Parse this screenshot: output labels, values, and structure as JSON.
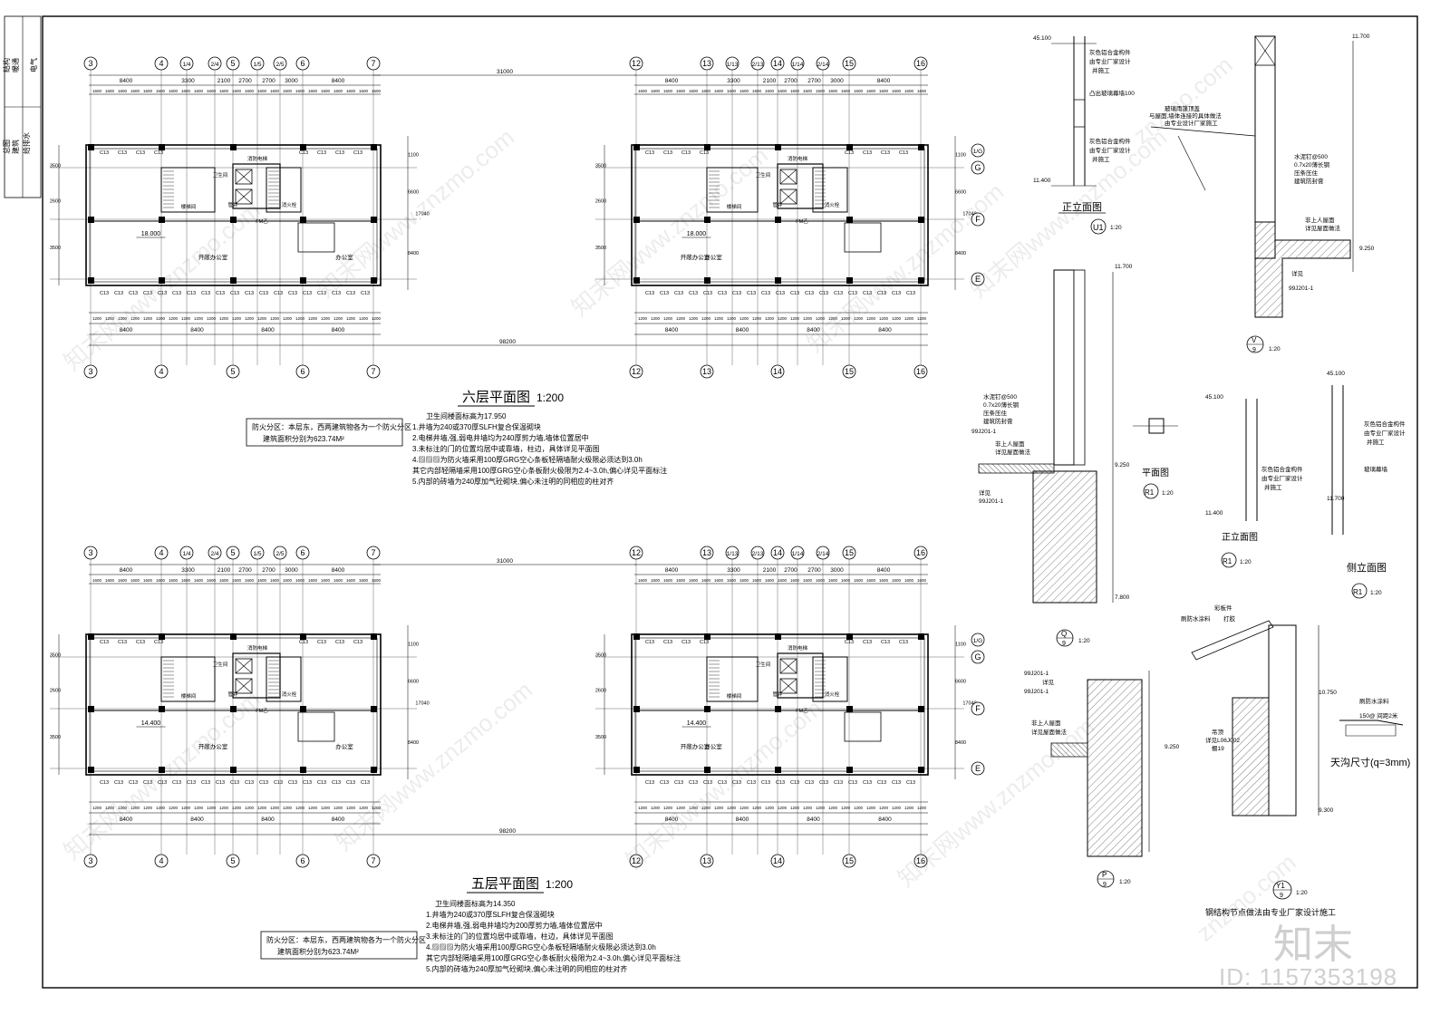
{
  "title_block": {
    "stamps": [
      "总图",
      "建筑",
      "结构",
      "暖通",
      "给排水",
      "电气"
    ]
  },
  "plans": {
    "sixth": {
      "title": "六层平面图",
      "scale": "1:200",
      "floor_level": "18.000",
      "notes": [
        "卫生间楼面标高为17.950",
        "1.井墙为240或370厚SLFH复合保温砌块",
        "2.电梯井墙,强,弱电井墙均为240厚剪力墙,墙体位置居中",
        "3.未标注的门的位置均居中或靠墙，柱边，具体详见平面图",
        "4.▨▨▨为防火墙采用100厚GRG空心条板轻隔墙耐火极限必须达到3.0h",
        "   其它内部轻隔墙采用100厚GRG空心条板耐火极限为2.4~3.0h,偏心详见平面标注",
        "5.内部的砖墙为240厚加气砼砌块,偏心未注明的同相应的柱对齐"
      ],
      "fire_note": [
        "防火分区：本层东，西两建筑物各为一个防火分区",
        "建筑面积分别为623.74M²"
      ]
    },
    "fifth": {
      "title": "五层平面图",
      "scale": "1:200",
      "floor_level": "14.400",
      "notes": [
        "卫生间楼面标高为14.350",
        "1.井墙为240或370厚SLFH复合保温砌块",
        "2.电梯井墙,强,弱电井墙均为200厚剪力墙,墙体位置居中",
        "3.未标注的门的位置均居中或靠墙，柱边，具体详见平面图",
        "4.▨▨▨为防火墙采用100厚GRG空心条板轻隔墙耐火极限必须达到3.0h",
        "   其它内部轻隔墙采用100厚GRG空心条板耐火极限为2.4~3.0h,偏心详见平面标注",
        "5.内部的砖墙为240厚加气砼砌块,偏心未注明的同相应的柱对齐"
      ],
      "fire_note": [
        "防火分区：本层东，西两建筑物各为一个防火分区",
        "建筑面积分别为623.74M²"
      ]
    },
    "axes_west": [
      "3",
      "4",
      "1/4",
      "2/4",
      "5",
      "1/5",
      "2/5",
      "6",
      "7"
    ],
    "axes_east": [
      "12",
      "13",
      "1/13",
      "2/13",
      "14",
      "1/14",
      "2/14",
      "15",
      "16"
    ],
    "axes_west_bottom": [
      "3",
      "4",
      "5",
      "6",
      "7"
    ],
    "axes_east_bottom": [
      "12",
      "13",
      "14",
      "15",
      "16"
    ],
    "axes_rows": [
      "1/G",
      "G",
      "F",
      "E"
    ],
    "bay_dims": [
      "8400",
      "3300",
      "2100",
      "2700",
      "2700",
      "3000",
      "8400"
    ],
    "middle_gap": "31000",
    "total": "98200",
    "bottom_bays": [
      "8400",
      "8400",
      "8400",
      "8400"
    ],
    "bottom_bays_east": [
      "8400",
      "8400",
      "8400",
      "8400"
    ],
    "right_dims": [
      "1100",
      "6600",
      "17040",
      "8400"
    ],
    "left_dims": [
      "3500",
      "2600",
      "3500"
    ],
    "room_labels": {
      "office": "办公室",
      "open_office": "开敞办公室",
      "stair": "楼梯间",
      "elevator": "消防电梯",
      "toilet": "卫生间",
      "shaft": "管井",
      "fire_hydrant": "消火栓",
      "fire_door": "FM乙",
      "window_code": "C13"
    }
  },
  "details": {
    "u1_title": "正立面图",
    "u1_mark": "U1",
    "u1_scale": "1:20",
    "u1_levels": [
      "45.100",
      "11.400"
    ],
    "u1_notes": [
      "灰色铝合金构件",
      "由专业厂家设计",
      "并施工",
      "凸出玻璃幕墙100"
    ],
    "v_mark": "V",
    "v_sub": "9",
    "v_scale": "1:20",
    "v_levels": [
      "11.700",
      "9.250"
    ],
    "v_notes": [
      "玻璃雨篷顶盖",
      "与屋面,墙体连接的具体做法",
      "由专业设计厂家施工",
      "水泥钉@500",
      "0.7x20薄长钢",
      "压条压住",
      "建筑防封膏",
      "非上人屋面",
      "详见屋面做法",
      "详见",
      "99J201-1"
    ],
    "q_mark": "Q",
    "q_sub": "9",
    "q_scale": "1:20",
    "q_levels": [
      "11.700",
      "9.250",
      "7.800"
    ],
    "q_notes": [
      "水泥钉@500",
      "0.7x20薄长钢",
      "压条压住",
      "建筑防封膏",
      "非上人屋面",
      "详见屋面做法",
      "99J201-1",
      "详见",
      "99J201-1"
    ],
    "r1_plan_title": "平面图",
    "r1_front_title": "正立面图",
    "r1_side_title": "侧立面图",
    "r1_mark": "R1",
    "r1_scale": "1:20",
    "r1_levels": [
      "45.100",
      "11.400",
      "45.100",
      "11.700"
    ],
    "r1_notes": [
      "灰色铝合金构件",
      "由专业厂家设计",
      "并施工",
      "玻璃幕墙"
    ],
    "p_mark": "P",
    "p_sub": "9",
    "p_scale": "1:20",
    "p_levels": [
      "9.250"
    ],
    "p_notes": [
      "99J201-1",
      "详见",
      "99J201-1",
      "非上人屋面",
      "详见屋面做法"
    ],
    "y1_mark": "Y1",
    "y1_sub": "9",
    "y1_scale": "1:20",
    "y1_levels": [
      "10.750",
      "9.300"
    ],
    "y1_notes": [
      "彩板件",
      "刷防水涂料",
      "打胶",
      "吊顶",
      "详见L06J002",
      "棚19",
      "钢结构节点做法由专业厂家设计施工"
    ],
    "gutter_title": "天沟尺寸(q=3mm)",
    "gutter_notes": [
      "刷防水涂料",
      "150@ 间距2米"
    ]
  },
  "watermark": {
    "text": "znzmo.com",
    "cn": "知末网www.znzmo.com",
    "logo": "知末",
    "id": "ID: 1157353198"
  }
}
